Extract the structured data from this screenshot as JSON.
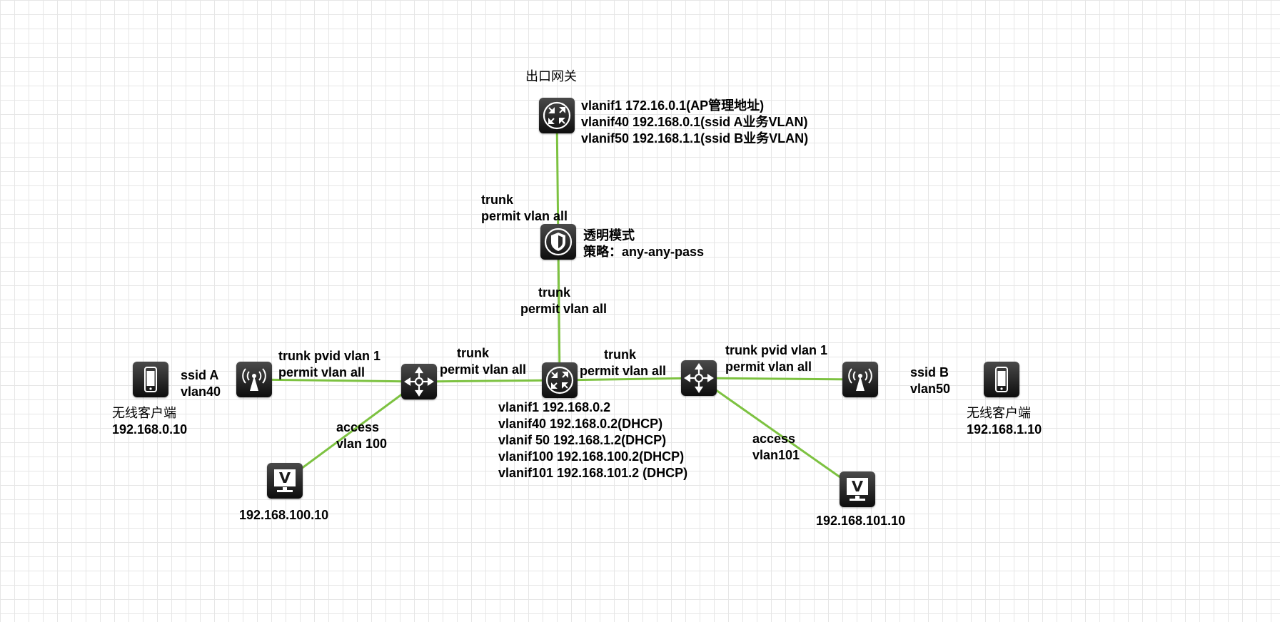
{
  "gateway": {
    "title": "出口网关",
    "lines": [
      "vlanif1 172.16.0.1(AP管理地址)",
      "vlanif40  192.168.0.1(ssid A业务VLAN)",
      "vlanif50  192.168.1.1(ssid B业务VLAN)"
    ]
  },
  "firewall": {
    "lines": [
      "透明模式",
      "策略：any-any-pass"
    ],
    "uplink": [
      "trunk",
      "permit vlan all"
    ],
    "downlink": [
      "trunk",
      "permit vlan all"
    ]
  },
  "core_switch": {
    "lines": [
      "vlanif1 192.168.0.2",
      "vlanif40 192.168.0.2(DHCP)",
      "vlanif 50 192.168.1.2(DHCP)",
      "vlanif100 192.168.100.2(DHCP)",
      "vlanif101 192.168.101.2 (DHCP)"
    ]
  },
  "left": {
    "core_link": [
      "trunk",
      "permit vlan all"
    ],
    "ap_link": [
      "trunk pvid vlan 1",
      "permit vlan all"
    ],
    "ssid": [
      "ssid A",
      "vlan40"
    ],
    "client": [
      "无线客户端",
      "192.168.0.10"
    ],
    "access": [
      "access",
      "vlan 100"
    ],
    "pc": "192.168.100.10"
  },
  "right": {
    "core_link": [
      "trunk",
      "permit vlan all"
    ],
    "ap_link": [
      "trunk pvid vlan 1",
      "permit vlan all"
    ],
    "ssid": [
      "ssid B",
      "vlan50"
    ],
    "client": [
      "无线客户端",
      "192.168.1.10"
    ],
    "access": [
      "access",
      "vlan101"
    ],
    "pc": "192.168.101.10"
  },
  "colors": {
    "link": "#7dc241",
    "node": "#1a1a1a"
  },
  "icons": {
    "gateway": "router-icon",
    "firewall": "firewall-shield-icon",
    "core": "router-icon",
    "access_switch": "switch-icon",
    "ap": "wireless-ap-icon",
    "client": "mobile-phone-icon",
    "pc": "monitor-icon"
  }
}
